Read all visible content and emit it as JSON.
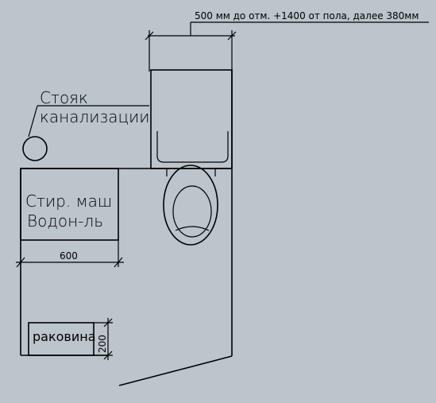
{
  "annotations": {
    "top_note": "500 мм до отм. +1400 от пола,  далее 380мм",
    "riser_line1": "Стояк",
    "riser_line2": "канализации",
    "washer_line1": "Стир. маш",
    "washer_line2": "Водон-ль",
    "dim_600": "600",
    "sink": "раковина",
    "dim_200": "200"
  },
  "colors": {
    "background": "#bcc4cc",
    "line": "#000000"
  }
}
